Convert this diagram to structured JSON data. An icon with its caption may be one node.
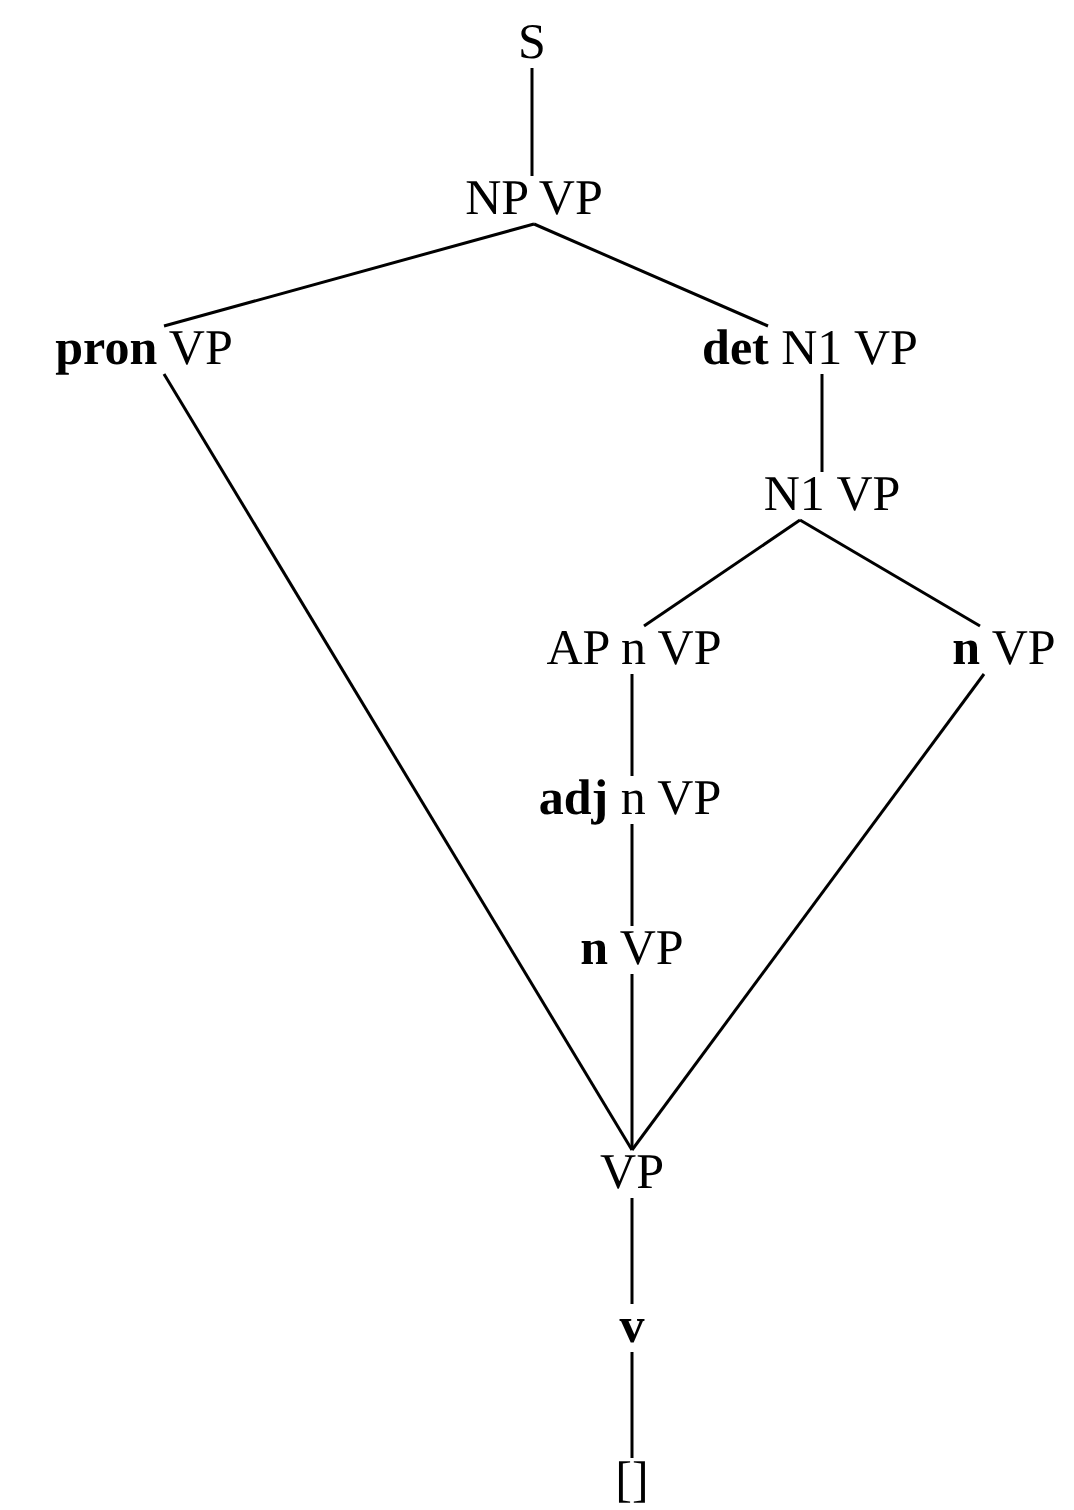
{
  "diagram": {
    "nodes": [
      {
        "text": [
          "S"
        ]
      },
      {
        "text": [
          "NP VP"
        ]
      },
      {
        "text": [
          "**pron** VP"
        ]
      },
      {
        "text": [
          "**det** N1 VP"
        ]
      },
      {
        "text": [
          "N1 VP"
        ]
      },
      {
        "text": [
          "AP n VP"
        ]
      },
      {
        "text": [
          "**n** VP"
        ]
      },
      {
        "text": [
          "**adj** n VP"
        ]
      },
      {
        "text": [
          "**n** VP"
        ]
      },
      {
        "text": [
          "VP"
        ]
      },
      {
        "text": [
          "v"
        ]
      },
      {
        "text": [
          "[]"
        ]
      }
    ],
    "edges": [
      {
        "from": 0,
        "to": 1,
        "arrow": "none"
      },
      {
        "from": 1,
        "to": 2,
        "arrow": "none"
      },
      {
        "from": 1,
        "to": 3,
        "arrow": "none"
      },
      {
        "from": 3,
        "to": 4,
        "arrow": "none"
      },
      {
        "from": 4,
        "to": 5,
        "arrow": "none"
      },
      {
        "from": 4,
        "to": 6,
        "arrow": "none"
      },
      {
        "from": 5,
        "to": 7,
        "arrow": "none"
      },
      {
        "from": 7,
        "to": 8,
        "arrow": "none"
      },
      {
        "from": 8,
        "to": 9,
        "arrow": "none"
      },
      {
        "from": 2,
        "to": 9,
        "arrow": "none"
      },
      {
        "from": 6,
        "to": 9,
        "arrow": "none"
      },
      {
        "from": 9,
        "to": 10,
        "arrow": "none"
      },
      {
        "from": 10,
        "to": 11,
        "arrow": "none"
      }
    ]
  }
}
